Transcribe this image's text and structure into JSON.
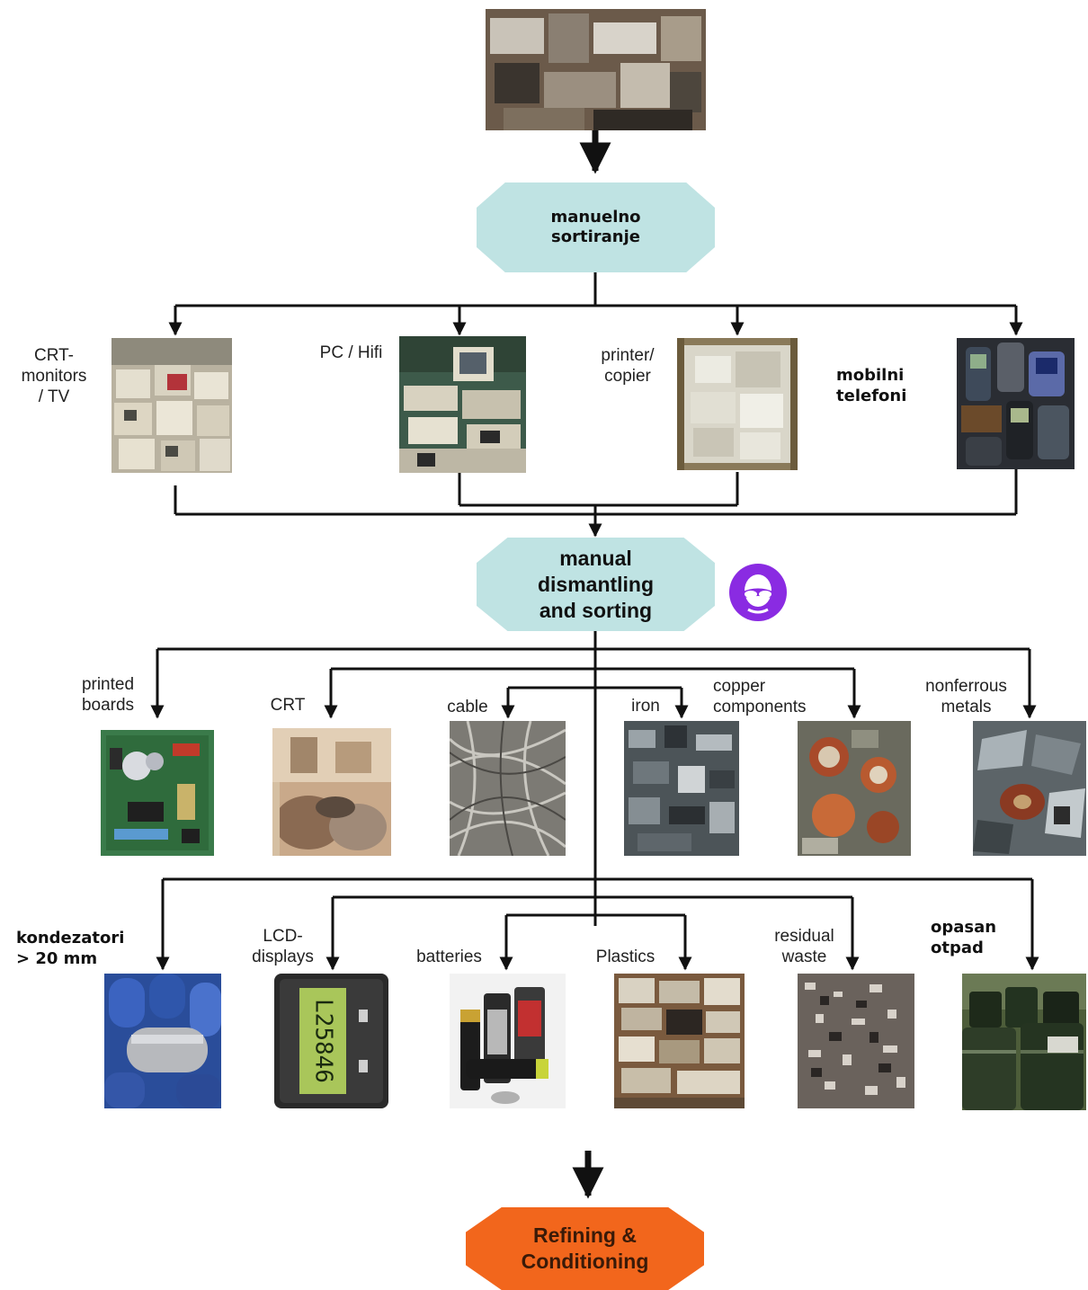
{
  "source_node": {
    "icon": "e-waste-pile-photo"
  },
  "sorting_node": {
    "label": "manuelno\nsortiranje",
    "color": "#bfe3e3"
  },
  "categories": [
    {
      "label": "CRT-\nmonitors\n/ TV",
      "photo": "crt-monitors-photo"
    },
    {
      "label": "PC / Hifi",
      "photo": "pc-hifi-photo"
    },
    {
      "label": "printer/\ncopier",
      "photo": "printer-copier-photo"
    },
    {
      "label": "mobilni\ntelefoni",
      "photo": "mobile-phones-photo"
    }
  ],
  "dismantling_node": {
    "label": "manual\ndismantling\nand sorting",
    "color": "#bfe3e3",
    "safety_icon": "safety-goggles-icon",
    "safety_color": "#8a2be2"
  },
  "fractions_row1": [
    {
      "label": "printed\nboards",
      "photo": "circuit-board-photo"
    },
    {
      "label": "CRT",
      "photo": "crt-tubes-photo"
    },
    {
      "label": "cable",
      "photo": "cable-photo"
    },
    {
      "label": "iron",
      "photo": "iron-scrap-photo"
    },
    {
      "label": "copper\ncomponents",
      "photo": "copper-components-photo"
    },
    {
      "label": "nonferrous\nmetals",
      "photo": "nonferrous-metals-photo"
    }
  ],
  "fractions_row2": [
    {
      "label": "kondezatori\n> 20 mm",
      "photo": "capacitors-photo"
    },
    {
      "label": "LCD-\ndisplays",
      "photo": "lcd-display-photo",
      "display_text": "L25846"
    },
    {
      "label": "batteries",
      "photo": "batteries-photo"
    },
    {
      "label": "Plastics",
      "photo": "plastics-photo"
    },
    {
      "label": "residual\nwaste",
      "photo": "residual-waste-photo"
    },
    {
      "label": "opasan\notpad",
      "photo": "hazardous-barrels-photo"
    }
  ],
  "final_node": {
    "label": "Refining &\nConditioning",
    "color": "#f2661c"
  }
}
